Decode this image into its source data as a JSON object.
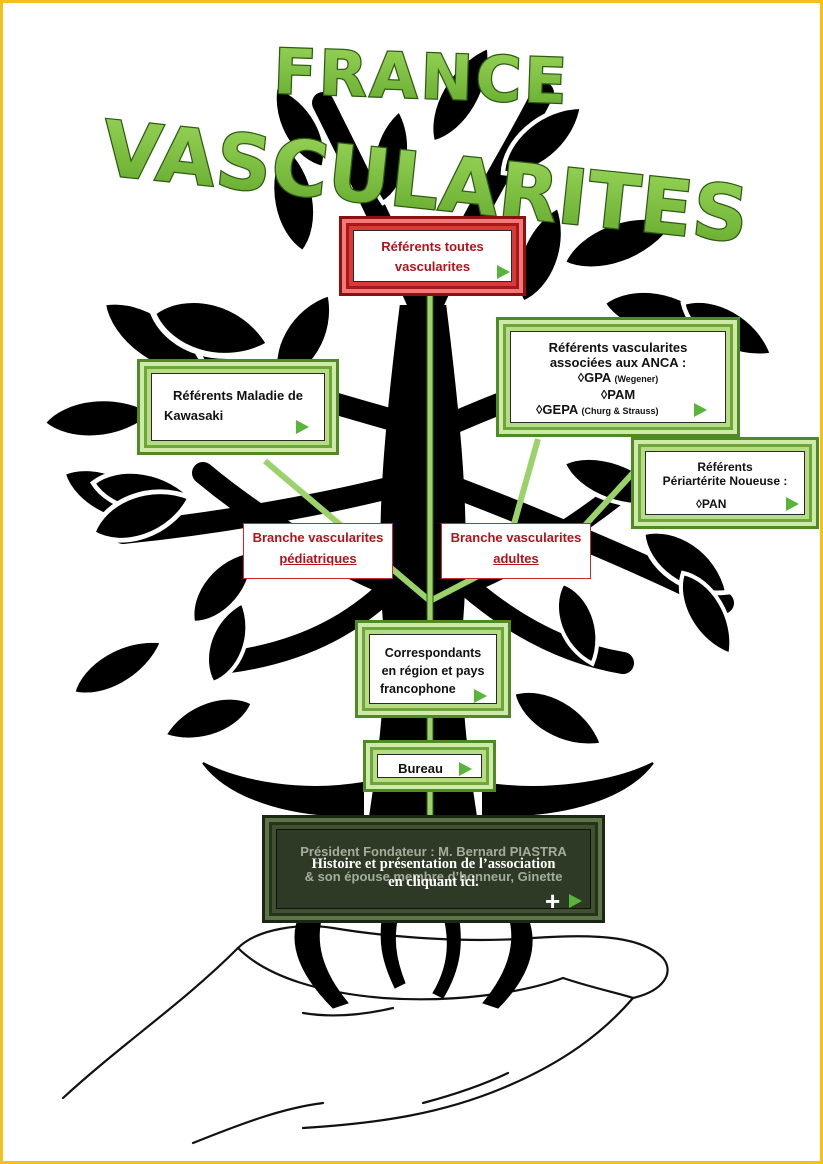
{
  "logo": {
    "line1": "FRANCE",
    "line2": "VASCULARITES"
  },
  "boxes": {
    "toutes": {
      "line1": "Référents toutes",
      "line2": "vascularites"
    },
    "kawasaki": {
      "line1": "Référents Maladie de",
      "line2": "Kawasaki"
    },
    "anca": {
      "line1": "Référents vascularites",
      "line2": "associées aux ANCA :",
      "gpa": "◊GPA",
      "gpa_note": "(Wegener)",
      "pam": "◊PAM",
      "gepa": "◊GEPA",
      "gepa_note": "(Churg & Strauss)"
    },
    "pan": {
      "line1": "Référents",
      "line2": "Périartérite Noueuse :",
      "line3": "◊PAN"
    },
    "correspondants": {
      "line1": "Correspondants",
      "line2": "en région et pays",
      "line3": "francophone"
    },
    "bureau": {
      "label": "Bureau"
    },
    "histoire": {
      "bg1": "Président Fondateur : M. Bernard PIASTRA",
      "bg2": "& son épouse membre d’honneur, Ginette",
      "fg1": "Histoire et présentation de l’association",
      "fg2": "en cliquant ici.",
      "plus": "+"
    }
  },
  "branches": {
    "pediatric": {
      "line1": "Branche  vascularites",
      "line2": "pédiatriques"
    },
    "adult": {
      "line1": "Branche  vascularites",
      "line2": "adultes"
    }
  },
  "colors": {
    "green": "#7cc243",
    "dark_green": "#3f7a1d",
    "red": "#c0141b",
    "black": "#000000",
    "gold_border": "#f2c21b"
  },
  "icons": [
    "play-arrow-icon",
    "plus-icon",
    "tree-illustration",
    "hand-illustration"
  ]
}
